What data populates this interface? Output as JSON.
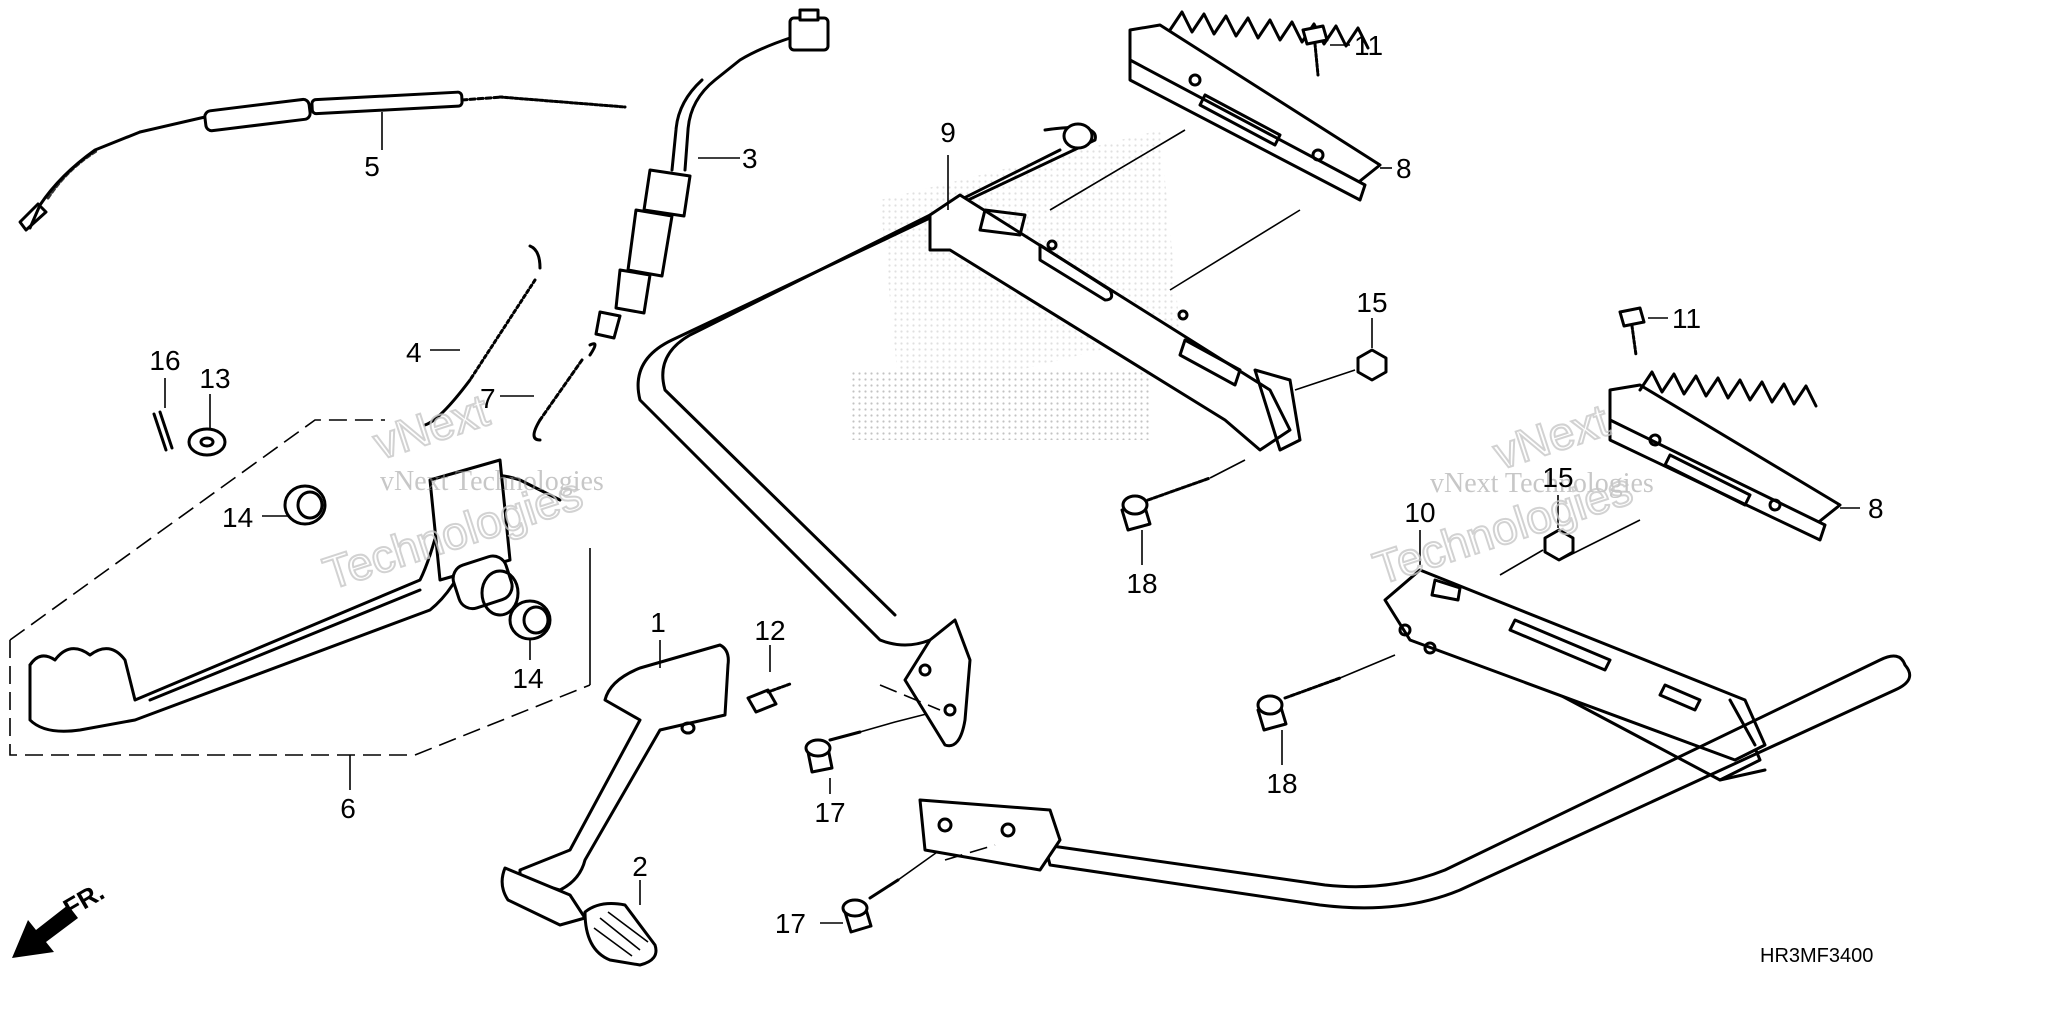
{
  "diagram": {
    "code": "HR3MF3400",
    "direction_label": "FR.",
    "watermark": {
      "primary": "vNext Technologies",
      "secondary_lines": [
        "vNext",
        "Technologies"
      ]
    },
    "callouts": {
      "c1": "1",
      "c2": "2",
      "c3": "3",
      "c4": "4",
      "c5": "5",
      "c6": "6",
      "c7": "7",
      "c8a": "8",
      "c8b": "8",
      "c9": "9",
      "c10": "10",
      "c11a": "11",
      "c11b": "11",
      "c12": "12",
      "c13": "13",
      "c14a": "14",
      "c14b": "14",
      "c15a": "15",
      "c15b": "15",
      "c16": "16",
      "c17a": "17",
      "c17b": "17",
      "c18a": "18",
      "c18b": "18"
    }
  }
}
